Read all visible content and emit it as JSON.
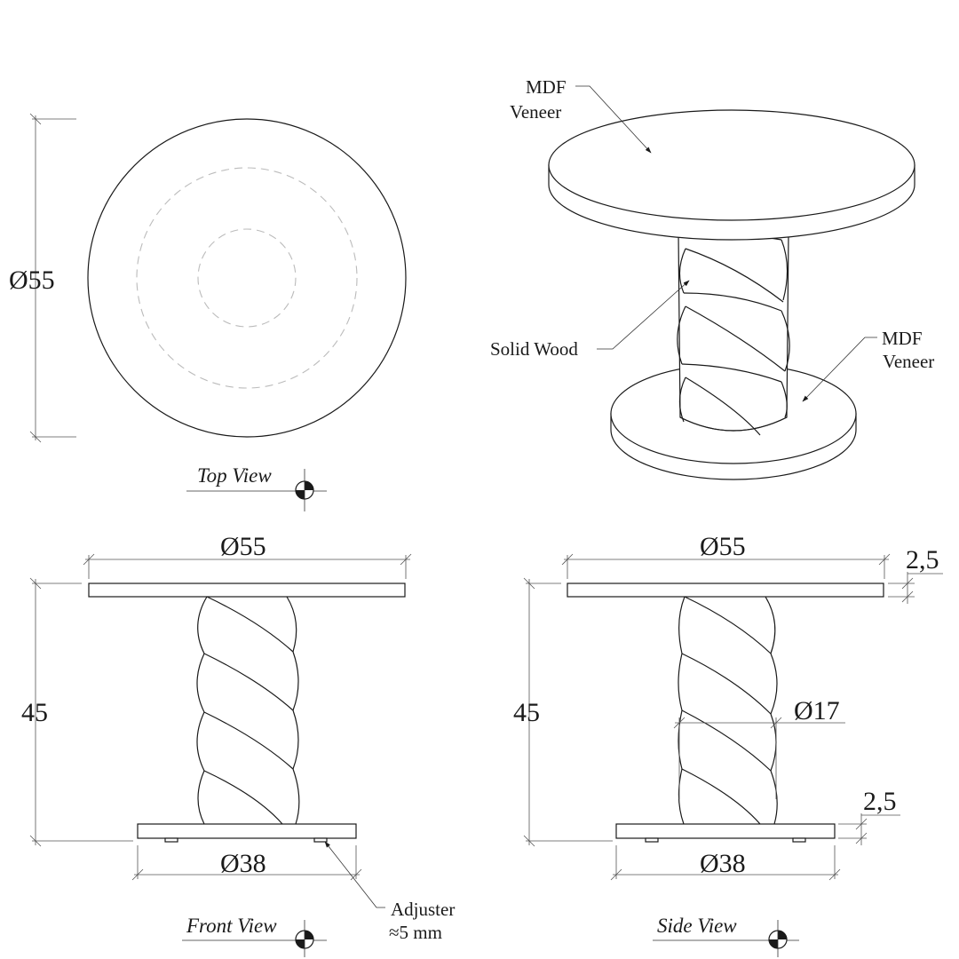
{
  "top_view": {
    "title": "Top View",
    "diameter_label": "Ø55"
  },
  "iso_view": {
    "top_material_line1": "MDF",
    "top_material_line2": "Veneer",
    "column_material": "Solid Wood",
    "base_material_line1": "MDF",
    "base_material_line2": "Veneer"
  },
  "front_view": {
    "title": "Front View",
    "top_diameter": "Ø55",
    "height": "45",
    "base_diameter": "Ø38",
    "adjuster_line1": "Adjuster",
    "adjuster_line2": "≈5 mm"
  },
  "side_view": {
    "title": "Side View",
    "top_diameter": "Ø55",
    "height": "45",
    "column_diameter": "Ø17",
    "top_thickness": "2,5",
    "base_thickness": "2,5",
    "base_diameter": "Ø38"
  }
}
